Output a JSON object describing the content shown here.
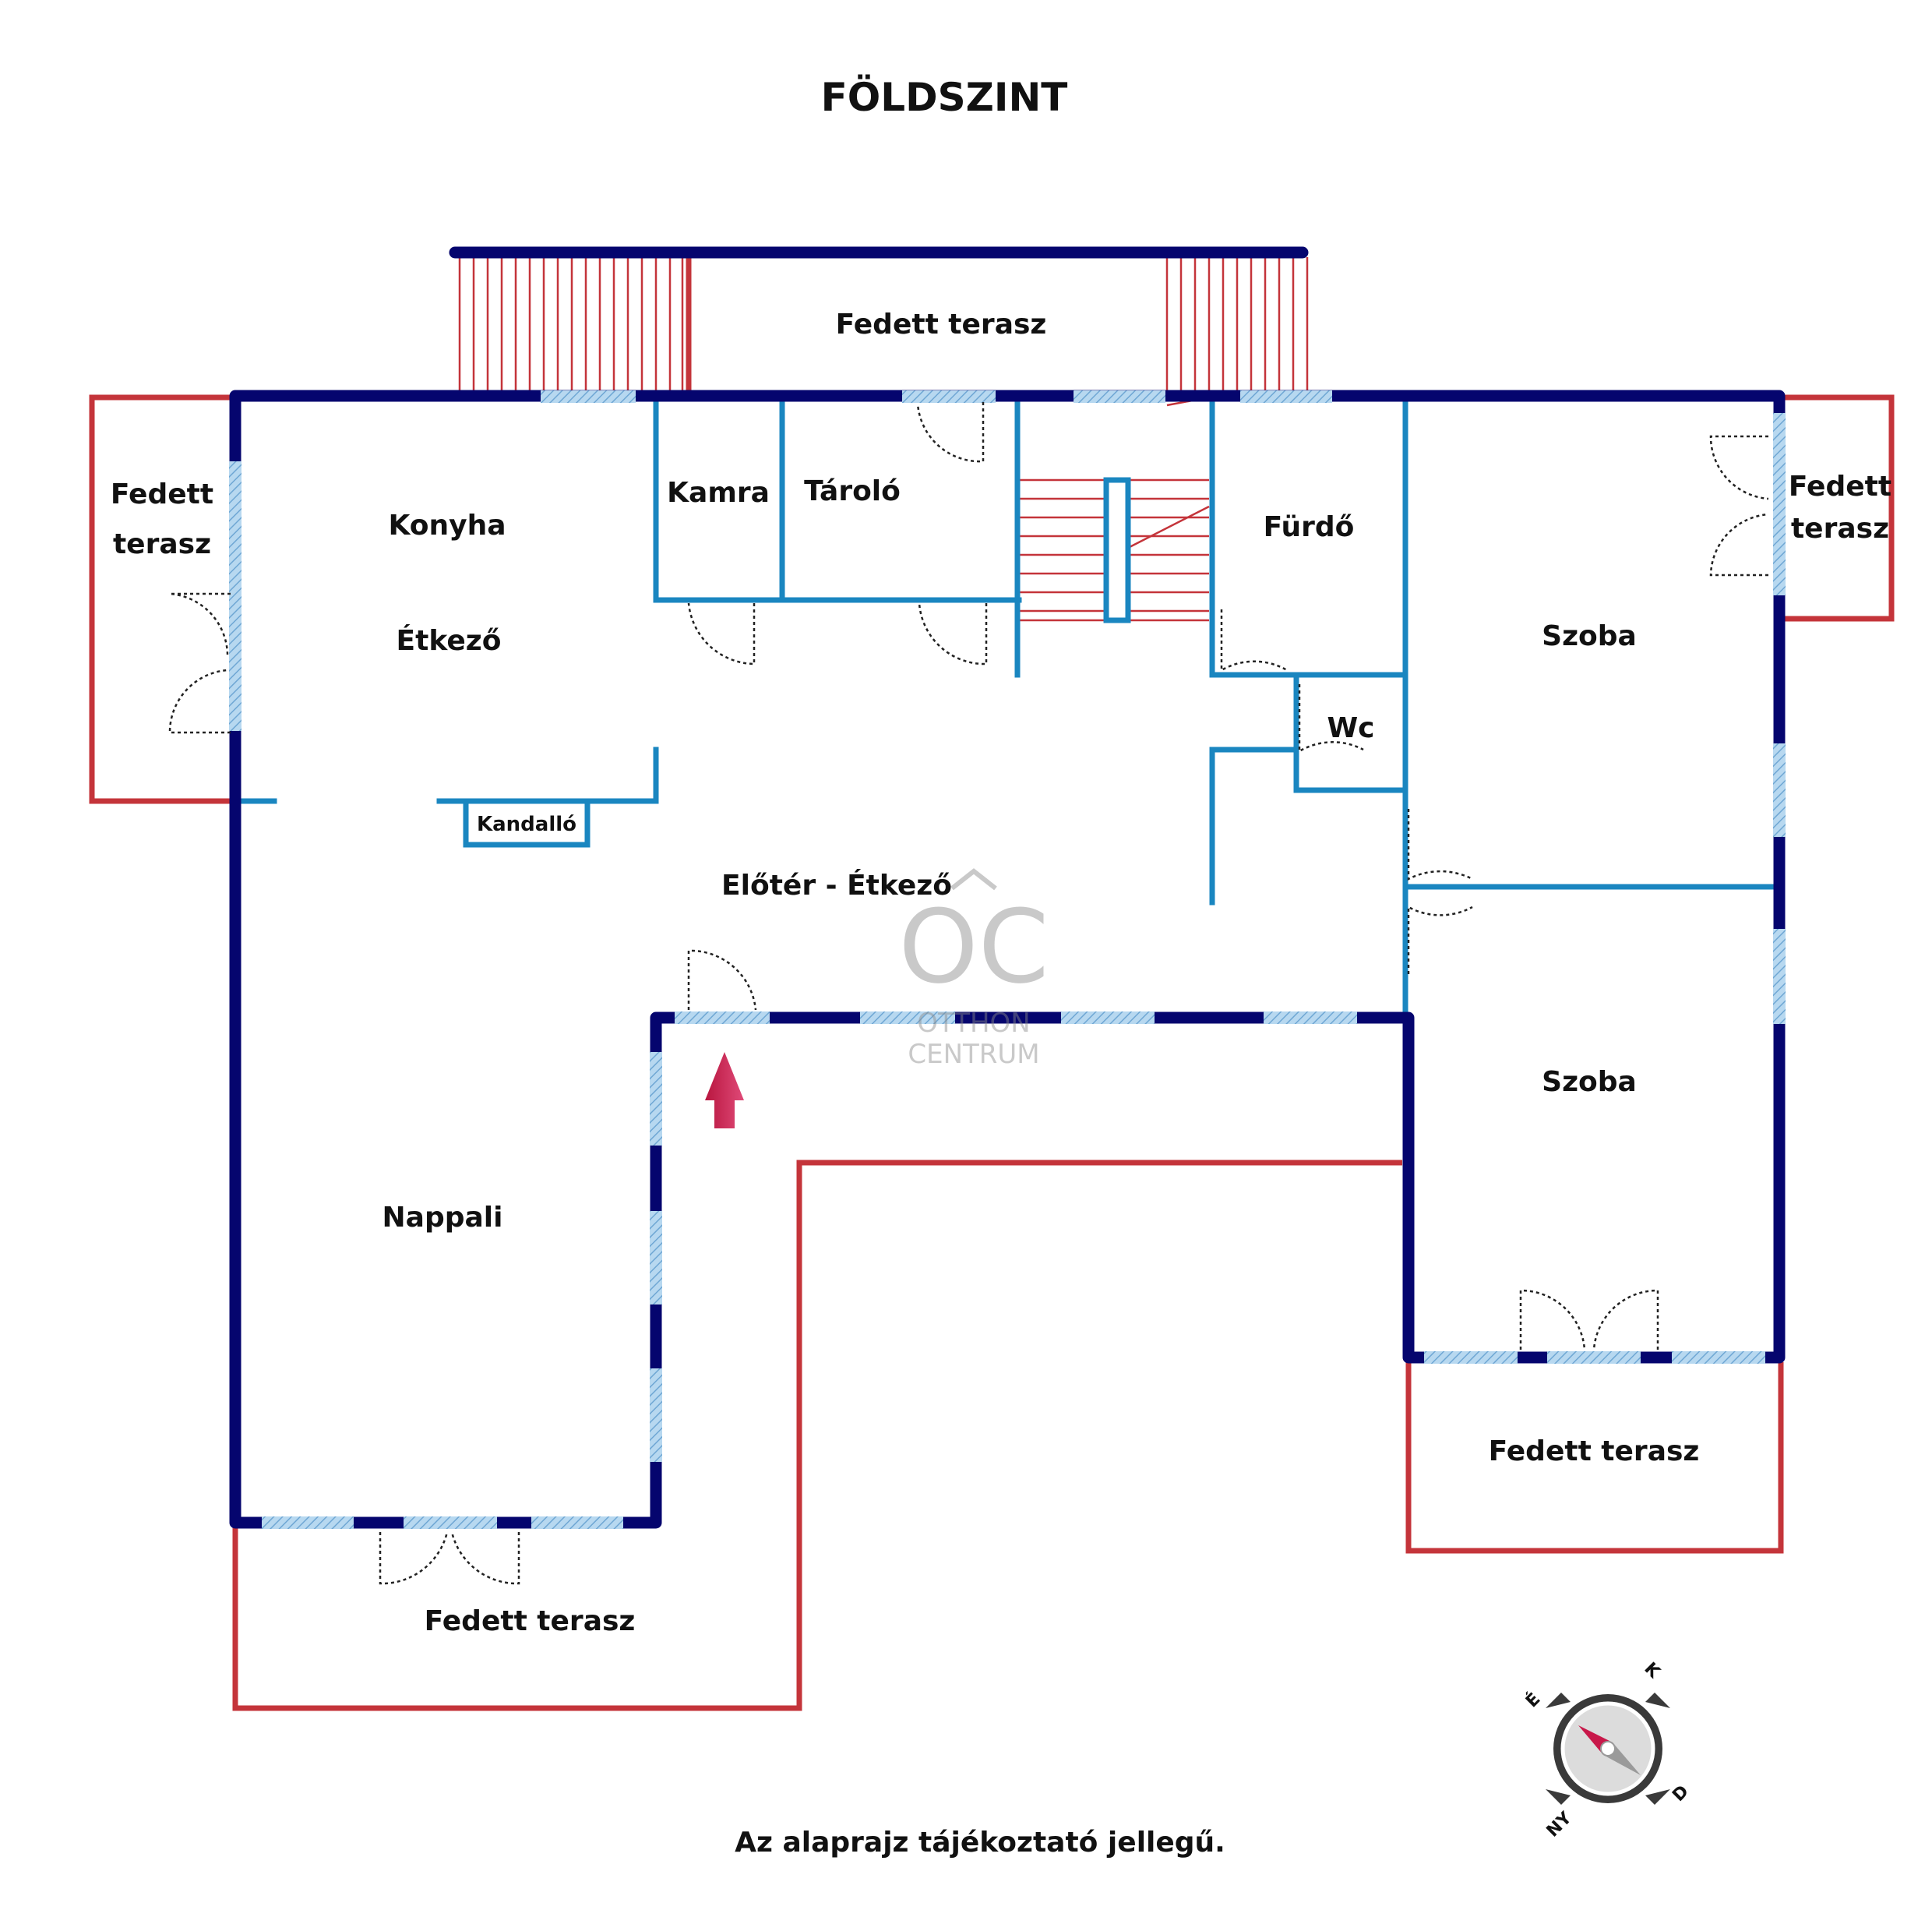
{
  "title": "FÖLDSZINT",
  "rooms": {
    "terrace_top": "Fedett terasz",
    "terrace_left_line1": "Fedett",
    "terrace_left_line2": "terasz",
    "terrace_right_line1": "Fedett",
    "terrace_right_line2": "terasz",
    "kitchen": "Konyha",
    "dining": "Étkező",
    "pantry": "Kamra",
    "storage": "Tároló",
    "bathroom": "Fürdő",
    "wc": "Wc",
    "bedroom_upper": "Szoba",
    "bedroom_lower": "Szoba",
    "fireplace": "Kandalló",
    "hall_dining": "Előtér - Étkező",
    "living": "Nappali",
    "terrace_bottom_left": "Fedett terasz",
    "terrace_bottom_right": "Fedett terasz"
  },
  "watermark": {
    "logo": "OC",
    "line1": "OTTHON",
    "line2": "CENTRUM"
  },
  "compass": {
    "north": "É",
    "east": "K",
    "south": "D",
    "west": "NY"
  },
  "footnote": "Az alaprajz tájékoztató jellegű.",
  "colors": {
    "exterior_wall": "#05056e",
    "interior_wall": "#1a86c0",
    "terrace_outline": "#c4343a",
    "window": "#9cc6e6",
    "entrance_arrow": "#d4285a"
  }
}
